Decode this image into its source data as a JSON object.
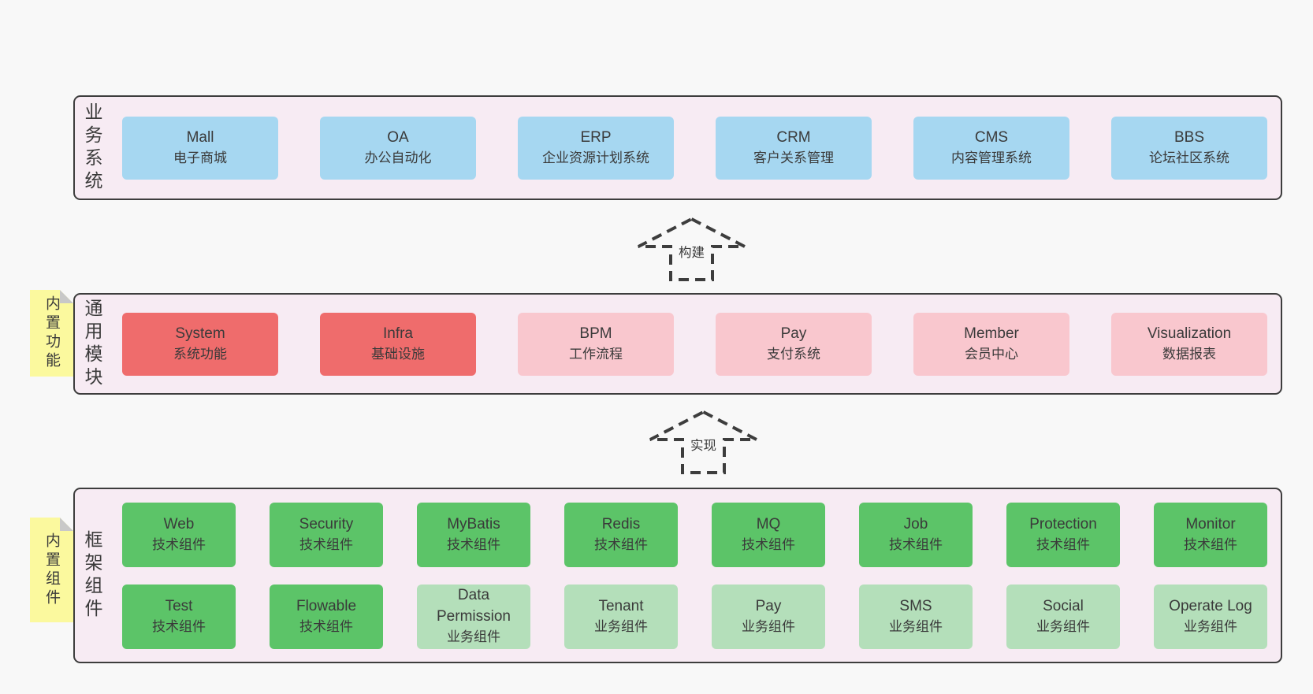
{
  "colors": {
    "page-bg": "#f8f8f8",
    "panel-bg": "#f7ebf3",
    "line": "#3d3d3d",
    "text": "#3a3a3a",
    "blue": "#a6d7f1",
    "red": "#ef6c6c",
    "pink": "#f9c7ce",
    "green": "#5cc468",
    "lightgreen": "#b4dfba",
    "sticky": "#fbf99e",
    "sticky-fold": "#c8c8c8"
  },
  "arrows": {
    "build": "构建",
    "implement": "实现"
  },
  "layers": {
    "business": {
      "label": "业务系统",
      "boxes": [
        {
          "name": "Mall",
          "subtitle": "电子商城"
        },
        {
          "name": "OA",
          "subtitle": "办公自动化"
        },
        {
          "name": "ERP",
          "subtitle": "企业资源计划系统"
        },
        {
          "name": "CRM",
          "subtitle": "客户关系管理"
        },
        {
          "name": "CMS",
          "subtitle": "内容管理系统"
        },
        {
          "name": "BBS",
          "subtitle": "论坛社区系统"
        }
      ]
    },
    "modules": {
      "label": "通用模块",
      "sticky": "内置功能",
      "boxes": [
        {
          "name": "System",
          "subtitle": "系统功能"
        },
        {
          "name": "Infra",
          "subtitle": "基础设施"
        },
        {
          "name": "BPM",
          "subtitle": "工作流程"
        },
        {
          "name": "Pay",
          "subtitle": "支付系统"
        },
        {
          "name": "Member",
          "subtitle": "会员中心"
        },
        {
          "name": "Visualization",
          "subtitle": "数据报表"
        }
      ]
    },
    "framework": {
      "label": "框架组件",
      "sticky": "内置组件",
      "row1": [
        {
          "name": "Web",
          "subtitle": "技术组件"
        },
        {
          "name": "Security",
          "subtitle": "技术组件"
        },
        {
          "name": "MyBatis",
          "subtitle": "技术组件"
        },
        {
          "name": "Redis",
          "subtitle": "技术组件"
        },
        {
          "name": "MQ",
          "subtitle": "技术组件"
        },
        {
          "name": "Job",
          "subtitle": "技术组件"
        },
        {
          "name": "Protection",
          "subtitle": "技术组件"
        },
        {
          "name": "Monitor",
          "subtitle": "技术组件"
        }
      ],
      "row2": [
        {
          "name": "Test",
          "subtitle": "技术组件"
        },
        {
          "name": "Flowable",
          "subtitle": "技术组件"
        },
        {
          "name": "Data Permission",
          "subtitle": "业务组件"
        },
        {
          "name": "Tenant",
          "subtitle": "业务组件"
        },
        {
          "name": "Pay",
          "subtitle": "业务组件"
        },
        {
          "name": "SMS",
          "subtitle": "业务组件"
        },
        {
          "name": "Social",
          "subtitle": "业务组件"
        },
        {
          "name": "Operate Log",
          "subtitle": "业务组件"
        }
      ]
    }
  }
}
